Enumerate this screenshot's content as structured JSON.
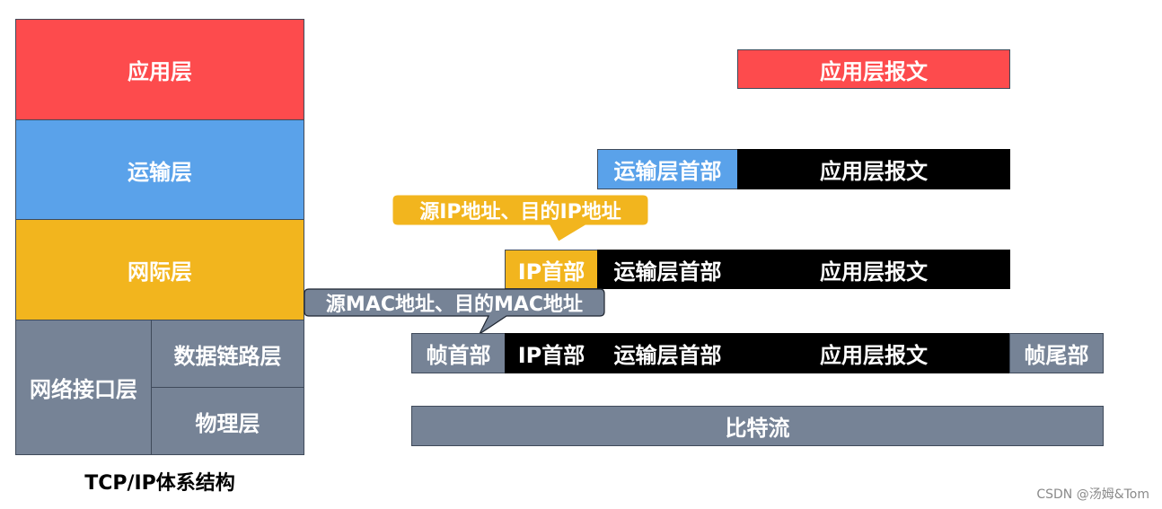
{
  "stack": {
    "application": "应用层",
    "transport": "运输层",
    "internet": "网际层",
    "network_interface": "网络接口层",
    "data_link": "数据链路层",
    "physical": "物理层",
    "caption": "TCP/IP体系结构"
  },
  "packets": {
    "app_message": "应用层报文",
    "transport_header": "运输层首部",
    "ip_header": "IP首部",
    "frame_header": "帧首部",
    "frame_trailer": "帧尾部",
    "bitstream": "比特流"
  },
  "callouts": {
    "ip_addresses": "源IP地址、目的IP地址",
    "mac_addresses": "源MAC地址、目的MAC地址"
  },
  "colors": {
    "application": "#fd4b4d",
    "transport": "#5aa2ea",
    "internet": "#f2b51e",
    "network_interface": "#768396",
    "encapsulated": "#000000"
  },
  "watermark": "CSDN @汤姆&Tom"
}
